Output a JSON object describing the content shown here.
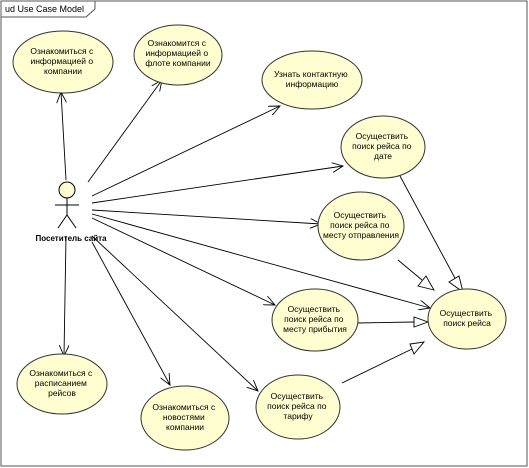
{
  "frame": {
    "title": "ud Use Case Model"
  },
  "actor": {
    "name": "Посетитель сайта"
  },
  "use_cases": [
    {
      "id": "uc-about",
      "lines": [
        "Ознакомиться с",
        "информацией о",
        "компании"
      ]
    },
    {
      "id": "uc-fleet",
      "lines": [
        "Ознакомится с",
        "информацией о",
        "флоте компании"
      ]
    },
    {
      "id": "uc-contacts",
      "lines": [
        "Узнать контактную",
        "информацию"
      ]
    },
    {
      "id": "uc-date",
      "lines": [
        "Осуществить",
        "поиск рейса по",
        "дате"
      ]
    },
    {
      "id": "uc-departure",
      "lines": [
        "Осуществить",
        "поиск рейса по",
        "месту отправления"
      ]
    },
    {
      "id": "uc-search",
      "lines": [
        "Осуществить",
        "поиск рейса"
      ]
    },
    {
      "id": "uc-arrival",
      "lines": [
        "Осуществить",
        "поиск рейса по",
        "месту прибытия"
      ]
    },
    {
      "id": "uc-tariff",
      "lines": [
        "Осуществить",
        "поиск рейса по",
        "тарифу"
      ]
    },
    {
      "id": "uc-news",
      "lines": [
        "Ознакомиться с",
        "новостями",
        "компании"
      ]
    },
    {
      "id": "uc-schedule",
      "lines": [
        "Ознакомиться с",
        "расписанием",
        "рейсов"
      ]
    }
  ]
}
